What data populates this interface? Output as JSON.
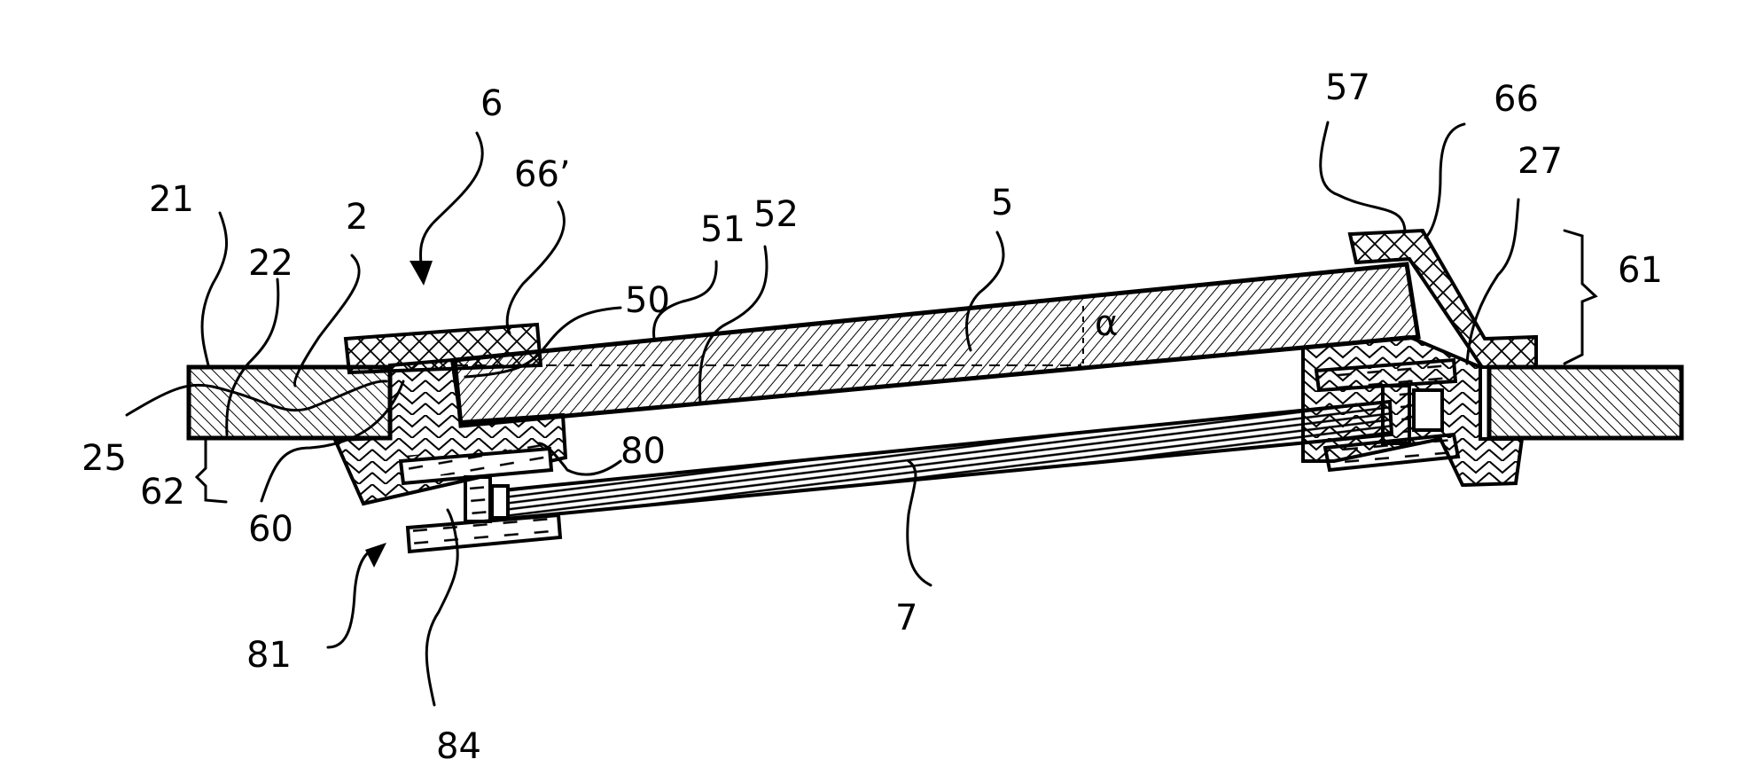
{
  "figure": {
    "title": "Cross-section of pivoting panel assembly",
    "alpha_symbol": "α",
    "labels": {
      "l6": "6",
      "l66p": "66’",
      "l21": "21",
      "l2": "2",
      "l22": "22",
      "l51": "51",
      "l52": "52",
      "l50": "50",
      "l5": "5",
      "l57": "57",
      "l66": "66",
      "l27": "27",
      "l61": "61",
      "l25": "25",
      "l62": "62",
      "l60": "60",
      "l80": "80",
      "l7": "7",
      "l81": "81",
      "l84": "84"
    }
  }
}
